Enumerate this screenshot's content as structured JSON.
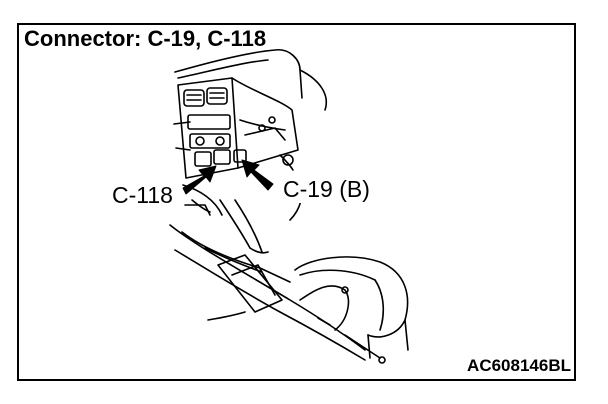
{
  "diagram": {
    "title": "Connector: C-19, C-118",
    "callouts": [
      {
        "id": "c118",
        "text": "C-118"
      },
      {
        "id": "c19",
        "text": "C-19 (B)"
      }
    ],
    "figure_code": "AC608146BL"
  }
}
